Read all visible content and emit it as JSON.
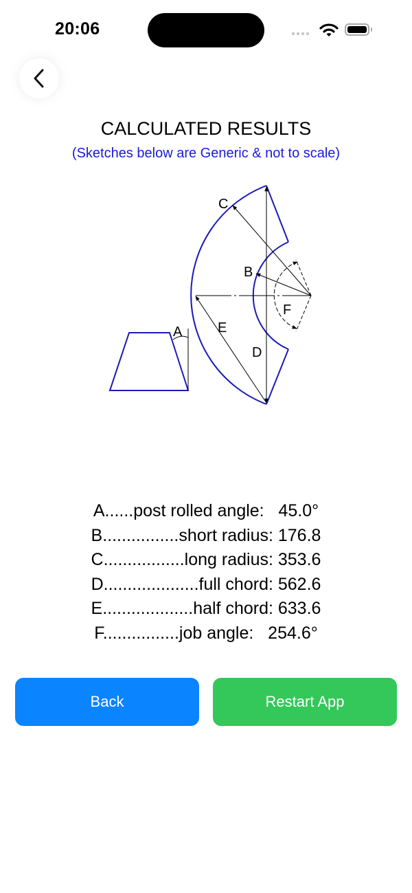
{
  "status_bar": {
    "time": "20:06",
    "icons": [
      "cellular-signal-icon",
      "wifi-icon",
      "battery-icon"
    ]
  },
  "nav": {
    "back_icon": "chevron-left-icon"
  },
  "header": {
    "title": "CALCULATED RESULTS",
    "subtitle": "(Sketches below are Generic & not to scale)",
    "subtitle_color": "#1a1adb"
  },
  "sketch": {
    "labels": {
      "A": "A",
      "B": "B",
      "C": "C",
      "D": "D",
      "E": "E",
      "F": "F"
    },
    "line_color": "#1a1ab8"
  },
  "results": [
    {
      "text": "A......post rolled angle:   45.0°"
    },
    {
      "text": "B................short radius: 176.8"
    },
    {
      "text": "C.................long radius: 353.6"
    },
    {
      "text": "D....................full chord: 562.6"
    },
    {
      "text": "E...................half chord: 633.6"
    },
    {
      "text": "F................job angle:   254.6°"
    }
  ],
  "buttons": {
    "back": {
      "label": "Back",
      "color": "#0a84ff"
    },
    "restart": {
      "label": "Restart App",
      "color": "#34c759"
    }
  }
}
